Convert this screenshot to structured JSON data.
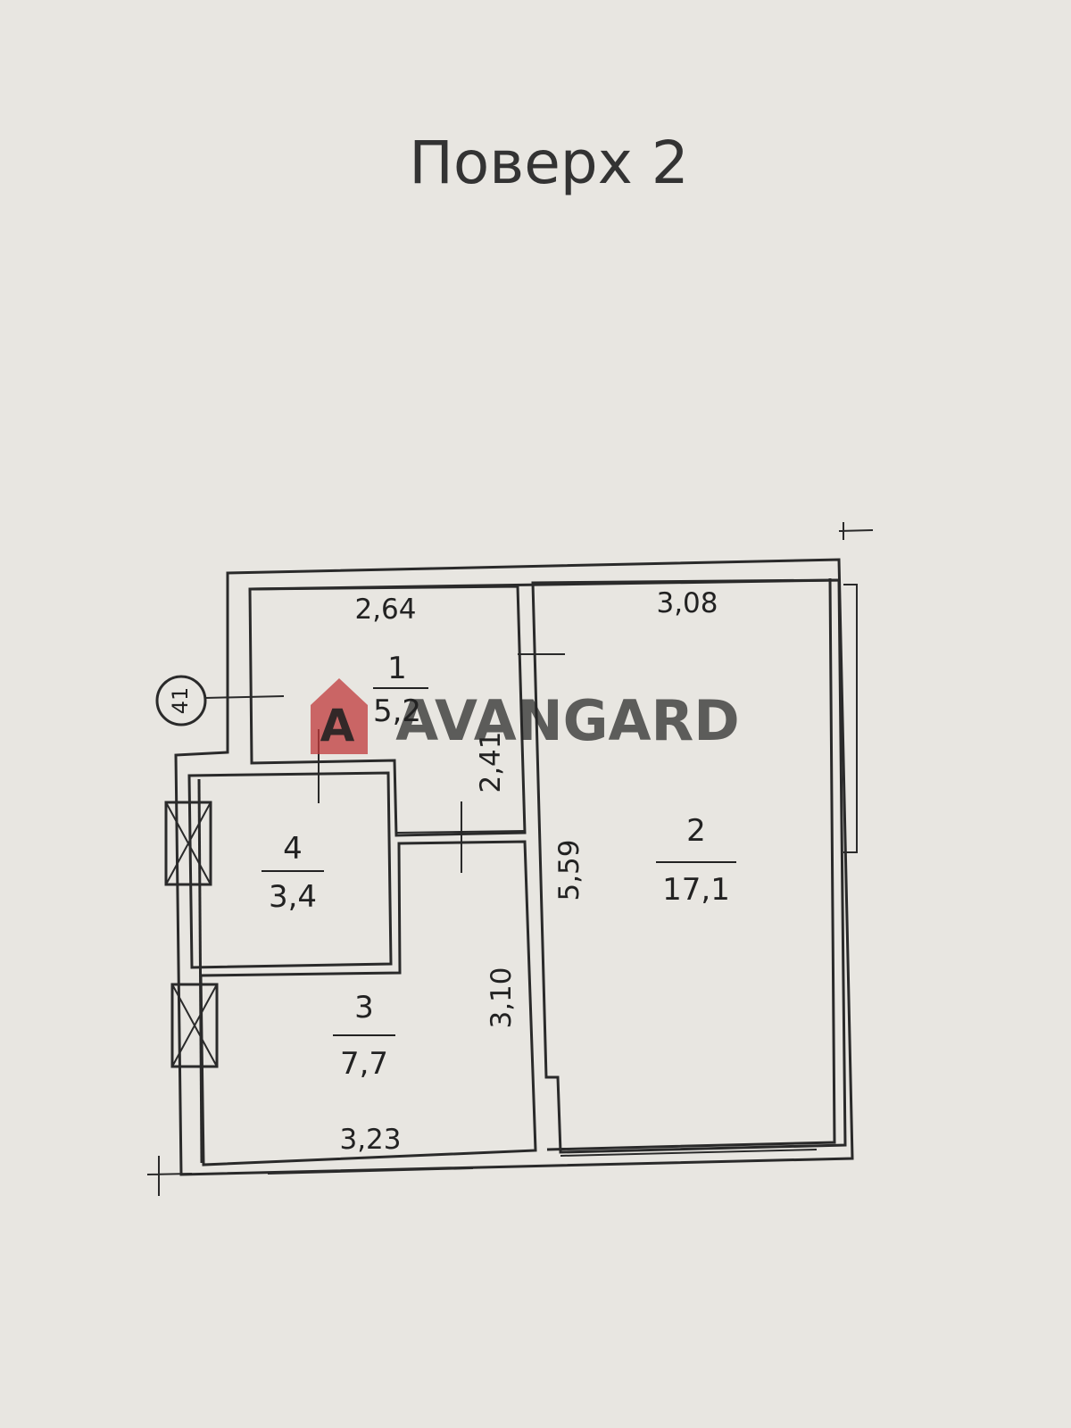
{
  "title": "Поверх 2",
  "watermark": {
    "text": "AVANGARD",
    "color": "#c0393b"
  },
  "axis_marker": "41",
  "rooms": [
    {
      "number": "1",
      "area": "5,2"
    },
    {
      "number": "2",
      "area": "17,1"
    },
    {
      "number": "3",
      "area": "7,7"
    },
    {
      "number": "4",
      "area": "3,4"
    }
  ],
  "dimensions": {
    "room1_width": "2,64",
    "room1_depth": "2,41",
    "room2_width": "3,08",
    "room2_depth": "5,59",
    "room3_depth": "3,10",
    "room3_width": "3,23"
  },
  "colors": {
    "paper": "#e8e6e1",
    "ink": "#2a2a2a",
    "logo": "#c0393b"
  }
}
